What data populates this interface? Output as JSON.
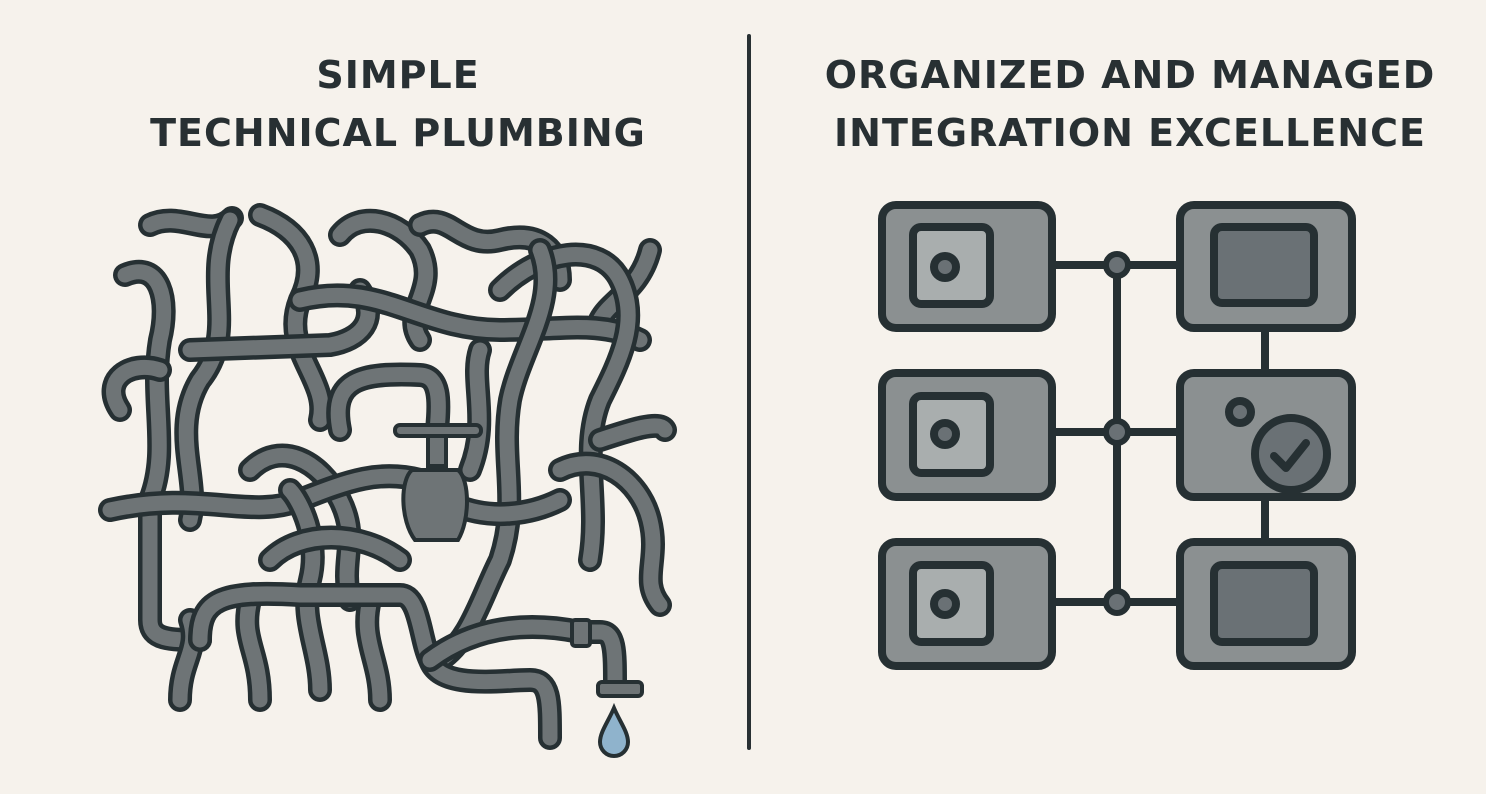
{
  "left_panel": {
    "title_lines": [
      "SIMPLE",
      "TECHNICAL PLUMBING"
    ]
  },
  "right_panel": {
    "title_lines": [
      "ORGANIZED AND MANAGED",
      "INTEGRATION EXCELLENCE"
    ]
  },
  "colors": {
    "background": "#f6f2ec",
    "outline": "#263033",
    "pipe": "#6e7476",
    "box": "#8b9091",
    "inner_light": "#a9aeae",
    "inner_dark": "#6a7175",
    "water": "#8fb3cc"
  }
}
